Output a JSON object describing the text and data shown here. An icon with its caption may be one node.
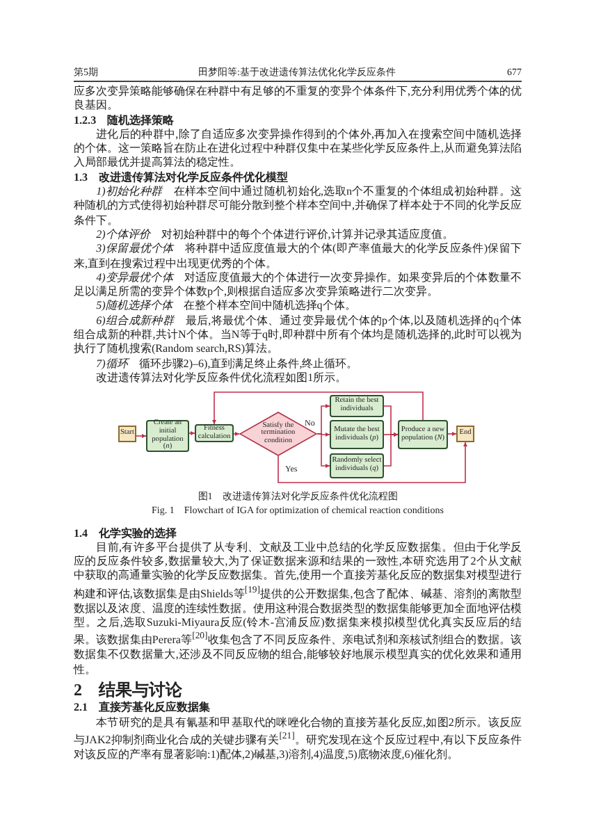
{
  "diagram": {
    "nodes": [
      {
        "text": [
          "Start"
        ]
      },
      {
        "text": [
          "Create an initial population (*n*)"
        ]
      },
      {
        "text": [
          "Fitness calculation"
        ]
      },
      {
        "text": [
          "Satisfy the termination condition"
        ]
      },
      {
        "text": [
          "Retain the best individuals"
        ]
      },
      {
        "text": [
          "Mutate the best individuals (*p*)"
        ]
      },
      {
        "text": [
          "Randomly select individuals (*q*)"
        ]
      },
      {
        "text": [
          "Produce a new population (*N*)"
        ]
      },
      {
        "text": [
          "End"
        ]
      }
    ],
    "edges": [
      {
        "from": 0,
        "to": 1,
        "arrow": "to"
      },
      {
        "from": 1,
        "to": 2,
        "arrow": "to"
      },
      {
        "from": 2,
        "to": 3,
        "arrow": "to"
      },
      {
        "from": 3,
        "to": 4,
        "arrow": "to"
      },
      {
        "from": 3,
        "to": 5,
        "arrow": "to",
        "label": "No"
      },
      {
        "from": 3,
        "to": 6,
        "arrow": "to"
      },
      {
        "from": 4,
        "to": 7,
        "arrow": "to"
      },
      {
        "from": 5,
        "to": 7,
        "arrow": "to"
      },
      {
        "from": 6,
        "to": 7,
        "arrow": "to"
      },
      {
        "from": 7,
        "to": 2,
        "arrow": "to"
      },
      {
        "from": 3,
        "to": 8,
        "arrow": "to",
        "label": "Yes"
      },
      {
        "from": 7,
        "to": 8,
        "arrow": "to"
      }
    ],
    "labels": [
      "第5期",
      "田梦阳等:基于改进遗传算法优化化学反应条件",
      "677",
      "应多次变异策略能够确保在种群中有足够的不重复的变异个体条件下,充分利用优秀个体的优良基因。",
      "1.2.3　随机选择策略",
      "进化后的种群中,除了自适应多次变异操作得到的个体外,再加入在搜索空间中随机选择的个体。这一策略旨在防止在进化过程中种群仅集中在某些化学反应条件上,从而避免算法陷入局部最优并提高算法的稳定性。",
      "1.3　改进遗传算法对化学反应条件优化模型",
      "*1)初始化种群*　在样本空间中通过随机初始化,选取n个不重复的个体组成初始种群。这种随机的方式使得初始种群尽可能分散到整个样本空间中,并确保了样本处于不同的化学反应条件下。",
      "*2)个体评价*　对初始种群中的每个个体进行评价,计算并记录其适应度值。",
      "*3)保留最优个体*　将种群中适应度值最大的个体(即产率值最大的化学反应条件)保留下来,直到在搜索过程中出现更优秀的个体。",
      "*4)变异最优个体*　对适应度值最大的个体进行一次变异操作。如果变异后的个体数量不足以满足所需的变异个体数p个,则根据自适应多次变异策略进行二次变异。",
      "*5)随机选择个体*　在整个样本空间中随机选择q个体。",
      "*6)组合成新种群*　最后,将最优个体、通过变异最优个体的p个体,以及随机选择的q个体组合成新的种群,共计N个体。当N等于q时,即种群中所有个体均是随机选择的,此时可以视为执行了随机搜索(Random search,RS)算法。",
      "*7)循环*　循环步骤2)–6),直到满足终止条件,终止循环。",
      "改进遗传算法对化学反应条件优化流程如图1所示。",
      "图1　改进遗传算法对化学反应条件优化流程图",
      "Fig. 1　Flowchart of IGA for optimization of chemical reaction conditions",
      "1.4　化学实验的选择",
      "目前,有许多平台提供了从专利、文献及工业中总结的化学反应数据集。但由于化学反应的反应条件较多,数据量较大,为了保证数据来源和结果的一致性,本研究选用了2个从文献中获取的高通量实验的化学反应数据集。首先,使用一个直接芳基化反应的数据集对模型进行构建和评估,该数据集是由Shields等$^{[19]}$提供的公开数据集,包含了配体、碱基、溶剂的离散型数据以及浓度、温度的连续性数据。使用这种混合数据类型的数据集能够更加全面地评估模型。之后,选取Suzuki-Miyaura反应(铃木-宫浦反应)数据集来模拟模型优化真实反应后的结果。该数据集由Perera等$^{[20]}$收集包含了不同反应条件、亲电试剂和亲核试剂组合的数据。该数据集不仅数据量大,还涉及不同反应物的组合,能够较好地展示模型真实的优化效果和通用性。",
      "2　结果与讨论",
      "2.1　直接芳基化反应数据集",
      "本节研究的是具有氰基和甲基取代的咪唑化合物的直接芳基化反应,如图2所示。该反应与JAK2抑制剂商业化合成的关键步骤有关$^{[21]}$。研究发现在这个反应过程中,有以下反应条件对该反应的产率有显著影响:1)配体,2)碱基,3)溶剂,4)温度,5)底物浓度,6)催化剂。"
    ]
  }
}
